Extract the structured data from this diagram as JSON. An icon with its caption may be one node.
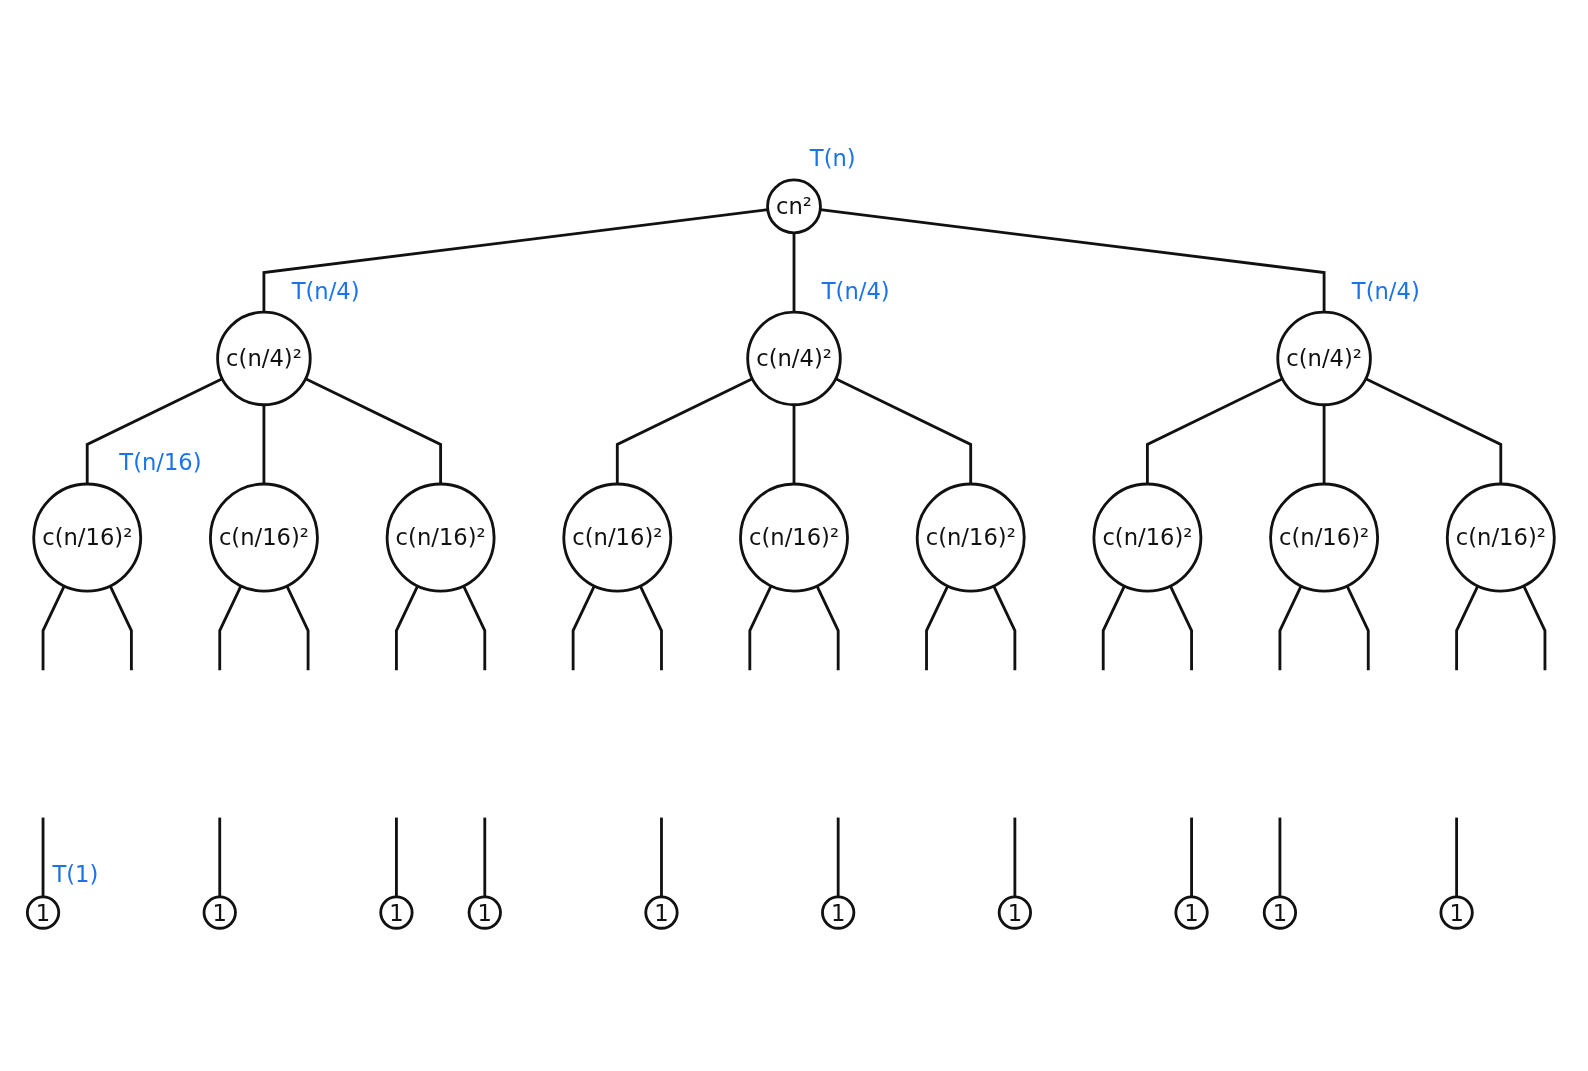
{
  "diagram": {
    "nodes": [
      {
        "text": [
          "cn²"
        ],
        "beside": [
          "T(n)"
        ]
      },
      {
        "text": [
          "c(n/4)²"
        ],
        "beside": [
          "T(n/4)"
        ]
      },
      {
        "text": [
          "c(n/4)²"
        ],
        "beside": [
          "T(n/4)"
        ]
      },
      {
        "text": [
          "c(n/4)²"
        ],
        "beside": [
          "T(n/4)"
        ]
      },
      {
        "text": [
          "c(n/16)²"
        ],
        "beside": [
          "T(n/16)"
        ]
      },
      {
        "text": [
          "c(n/16)²"
        ]
      },
      {
        "text": [
          "c(n/16)²"
        ]
      },
      {
        "text": [
          "c(n/16)²"
        ]
      },
      {
        "text": [
          "c(n/16)²"
        ]
      },
      {
        "text": [
          "c(n/16)²"
        ]
      },
      {
        "text": [
          "c(n/16)²"
        ]
      },
      {
        "text": [
          "c(n/16)²"
        ]
      },
      {
        "text": [
          "c(n/16)²"
        ]
      },
      {
        "text": [
          "1"
        ],
        "beside": [
          "T(1)"
        ]
      },
      {
        "text": [
          "1"
        ]
      },
      {
        "text": [
          "1"
        ]
      },
      {
        "text": [
          "1"
        ]
      },
      {
        "text": [
          "1"
        ]
      },
      {
        "text": [
          "1"
        ]
      },
      {
        "text": [
          "1"
        ]
      },
      {
        "text": [
          "1"
        ]
      },
      {
        "text": [
          "1"
        ]
      },
      {
        "text": [
          "1"
        ]
      }
    ],
    "edges": [
      {
        "from": 0,
        "to": 1,
        "arrow": "none"
      },
      {
        "from": 0,
        "to": 2,
        "arrow": "none"
      },
      {
        "from": 0,
        "to": 3,
        "arrow": "none"
      },
      {
        "from": 1,
        "to": 4,
        "arrow": "none"
      },
      {
        "from": 1,
        "to": 5,
        "arrow": "none"
      },
      {
        "from": 1,
        "to": 6,
        "arrow": "none"
      },
      {
        "from": 2,
        "to": 7,
        "arrow": "none"
      },
      {
        "from": 2,
        "to": 8,
        "arrow": "none"
      },
      {
        "from": 2,
        "to": 9,
        "arrow": "none"
      },
      {
        "from": 3,
        "to": 10,
        "arrow": "none"
      },
      {
        "from": 3,
        "to": 11,
        "arrow": "none"
      },
      {
        "from": 3,
        "to": 12,
        "arrow": "none"
      },
      {
        "from": 4,
        "to": null,
        "arrow": "none"
      },
      {
        "from": 4,
        "to": null,
        "arrow": "none"
      },
      {
        "from": 5,
        "to": null,
        "arrow": "none"
      },
      {
        "from": 5,
        "to": null,
        "arrow": "none"
      },
      {
        "from": 6,
        "to": null,
        "arrow": "none"
      },
      {
        "from": 6,
        "to": null,
        "arrow": "none"
      },
      {
        "from": 7,
        "to": null,
        "arrow": "none"
      },
      {
        "from": 7,
        "to": null,
        "arrow": "none"
      },
      {
        "from": 8,
        "to": null,
        "arrow": "none"
      },
      {
        "from": 8,
        "to": null,
        "arrow": "none"
      },
      {
        "from": 9,
        "to": null,
        "arrow": "none"
      },
      {
        "from": 9,
        "to": null,
        "arrow": "none"
      },
      {
        "from": 10,
        "to": null,
        "arrow": "none"
      },
      {
        "from": 10,
        "to": null,
        "arrow": "none"
      },
      {
        "from": 11,
        "to": null,
        "arrow": "none"
      },
      {
        "from": 11,
        "to": null,
        "arrow": "none"
      },
      {
        "from": 12,
        "to": null,
        "arrow": "none"
      },
      {
        "from": 12,
        "to": null,
        "arrow": "none"
      },
      {
        "from": null,
        "to": 13,
        "arrow": "none"
      },
      {
        "from": null,
        "to": 14,
        "arrow": "none"
      },
      {
        "from": null,
        "to": 15,
        "arrow": "none"
      },
      {
        "from": null,
        "to": 16,
        "arrow": "none"
      },
      {
        "from": null,
        "to": 17,
        "arrow": "none"
      },
      {
        "from": null,
        "to": 18,
        "arrow": "none"
      },
      {
        "from": null,
        "to": 19,
        "arrow": "none"
      },
      {
        "from": null,
        "to": 20,
        "arrow": "none"
      },
      {
        "from": null,
        "to": 21,
        "arrow": "none"
      },
      {
        "from": null,
        "to": 22,
        "arrow": "none"
      }
    ]
  }
}
